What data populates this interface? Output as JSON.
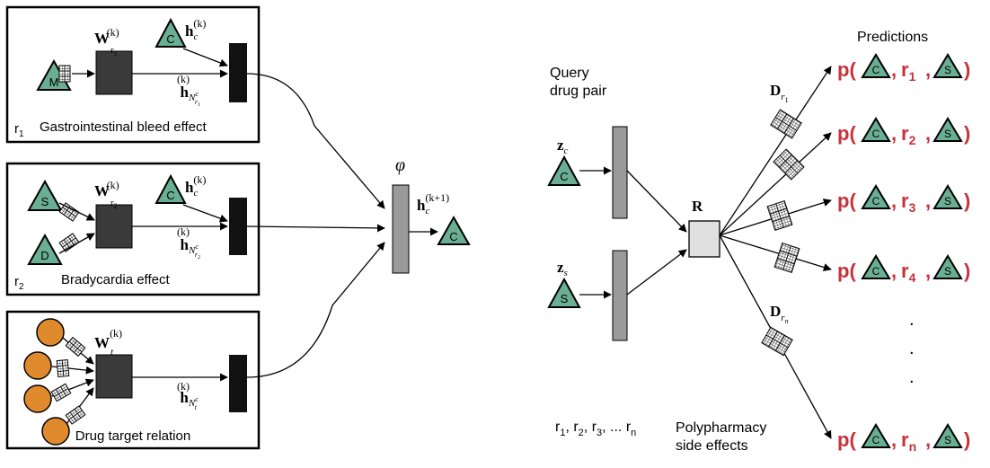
{
  "panel1": {
    "weight": "W",
    "weight_sup": "(k)",
    "weight_sub": "r",
    "weight_subsub": "1",
    "self_h": "h",
    "self_sub": "c",
    "self_sup": "(k)",
    "neigh_h": "h",
    "neigh_sub": "N",
    "neigh_subsup": "c",
    "neigh_subsub": "r",
    "neigh_subsubsub": "1",
    "neigh_sup": "(k)",
    "node_m": "M",
    "node_c": "C",
    "rel_label": "r",
    "rel_sub": "1",
    "effect": "Gastrointestinal bleed effect"
  },
  "panel2": {
    "weight": "W",
    "weight_sup": "(k)",
    "weight_sub": "r",
    "weight_subsub": "2",
    "self_h": "h",
    "self_sub": "c",
    "self_sup": "(k)",
    "neigh_h": "h",
    "neigh_sub": "N",
    "neigh_subsup": "c",
    "neigh_subsub": "r",
    "neigh_subsubsub": "2",
    "neigh_sup": "(k)",
    "node_s": "S",
    "node_d": "D",
    "node_c": "C",
    "rel_label": "r",
    "rel_sub": "2",
    "effect": "Bradycardia effect"
  },
  "panel3": {
    "weight": "W",
    "weight_sup": "(k)",
    "weight_sub": "t",
    "neigh_h": "h",
    "neigh_sub": "N",
    "neigh_subsup": "c",
    "neigh_subsub": "t",
    "neigh_sup": "(k)",
    "effect": "Drug target relation"
  },
  "aggregate": {
    "phi": "φ",
    "h": "h",
    "h_sub": "c",
    "h_sup": "(k+1)",
    "node_c": "C"
  },
  "query": {
    "title_line1": "Query",
    "title_line2": "drug pair",
    "zc": "z",
    "zc_sub": "c",
    "node_c": "C",
    "zs": "z",
    "zs_sub": "s",
    "node_s": "S",
    "r_matrix": "R"
  },
  "decoders": {
    "d_top": "D",
    "d_top_sub": "r",
    "d_top_subsub": "1",
    "d_bottom": "D",
    "d_bottom_sub": "r",
    "d_bottom_subsub": "n"
  },
  "predictions": {
    "title": "Predictions",
    "rows": [
      {
        "p": "p(",
        "r": "r",
        "sub": "1",
        "close": ")"
      },
      {
        "p": "p(",
        "r": "r",
        "sub": "2",
        "close": ")"
      },
      {
        "p": "p(",
        "r": "r",
        "sub": "3",
        "close": ")"
      },
      {
        "p": "p(",
        "r": "r",
        "sub": "4",
        "close": ")"
      },
      {
        "p": "p(",
        "r": "r",
        "sub": "n",
        "close": ")"
      }
    ],
    "node_c": "C",
    "node_s": "S",
    "comma": ","
  },
  "side_effects": {
    "list_r1": "r",
    "list_r1_sub": "1",
    "list_r2": "r",
    "list_r2_sub": "2",
    "list_r3": "r",
    "list_r3_sub": "3",
    "list_dots": "...",
    "list_rn": "r",
    "list_rn_sub": "n",
    "label_line1": "Polypharmacy",
    "label_line2": "side effects"
  },
  "colors": {
    "triangle_fill": "#6aae95",
    "protein_fill": "#e08a2e",
    "prediction_red": "#c8323a",
    "dark_box": "#3a3a3a",
    "gray_bar": "#9a9a9a",
    "r_box": "#e0e0e0"
  }
}
